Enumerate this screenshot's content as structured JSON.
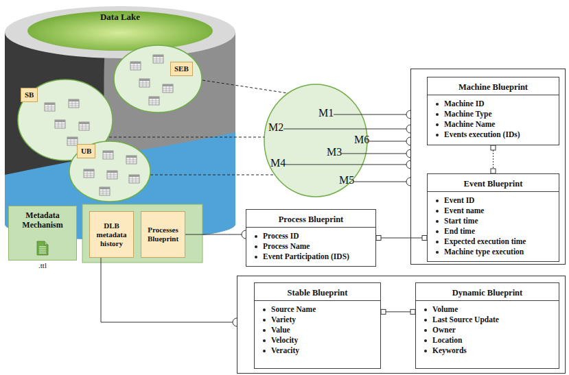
{
  "diagram": {
    "nodes": [
      {
        "text": [
          "Data Lake"
        ]
      },
      {
        "text": [
          "SB"
        ],
        "in": 0
      },
      {
        "text": [
          "SEB"
        ],
        "in": 0
      },
      {
        "text": [
          "UB"
        ],
        "in": 0
      },
      {
        "text": [
          "Metadata Mechanism",
          ".ttl"
        ],
        "in": 0
      },
      {
        "text": [
          "DLB metadata history"
        ],
        "in": 0
      },
      {
        "text": [
          "Processes Blueprint"
        ],
        "in": 0
      },
      {
        "text": [
          "M1"
        ]
      },
      {
        "text": [
          "M2"
        ]
      },
      {
        "text": [
          "M6"
        ]
      },
      {
        "text": [
          "M3"
        ]
      },
      {
        "text": [
          "M4"
        ]
      },
      {
        "text": [
          "M5"
        ]
      },
      {
        "text": [
          "Machine Blueprint",
          "Machine ID",
          "Machine Type",
          "Machine Name",
          "Events execution (IDs)"
        ]
      },
      {
        "text": [
          "Event Blueprint",
          "Event ID",
          "Event name",
          "Start time",
          "End time",
          "Expected execution time",
          "Machine type execution"
        ]
      },
      {
        "text": [
          "Process Blueprint",
          "Process ID",
          "Process Name",
          "Event Participation (IDS)"
        ]
      },
      {
        "text": [
          "Stable Blueprint",
          "Source Name",
          "Variety",
          "Value",
          "Velocity",
          "Veracity"
        ]
      },
      {
        "text": [
          "Dynamic Blueprint",
          "Volume",
          "Last Source Update",
          "Owner",
          "Location",
          "Keywords"
        ]
      }
    ],
    "edges": [
      {
        "from": 7,
        "to": 13,
        "arrow": "none"
      },
      {
        "from": 8,
        "to": 13,
        "arrow": "none"
      },
      {
        "from": 9,
        "to": 13,
        "arrow": "none"
      },
      {
        "from": 10,
        "to": 13,
        "arrow": "none"
      },
      {
        "from": 11,
        "to": 13,
        "arrow": "none"
      },
      {
        "from": 12,
        "to": 13,
        "arrow": "none"
      },
      {
        "from": 13,
        "to": 14,
        "arrow": "none"
      },
      {
        "from": 6,
        "to": 15,
        "arrow": "none"
      },
      {
        "from": 15,
        "to": 14,
        "arrow": "none"
      },
      {
        "from": 5,
        "to": 16,
        "arrow": "none"
      },
      {
        "from": 16,
        "to": 17,
        "arrow": "none"
      }
    ]
  }
}
